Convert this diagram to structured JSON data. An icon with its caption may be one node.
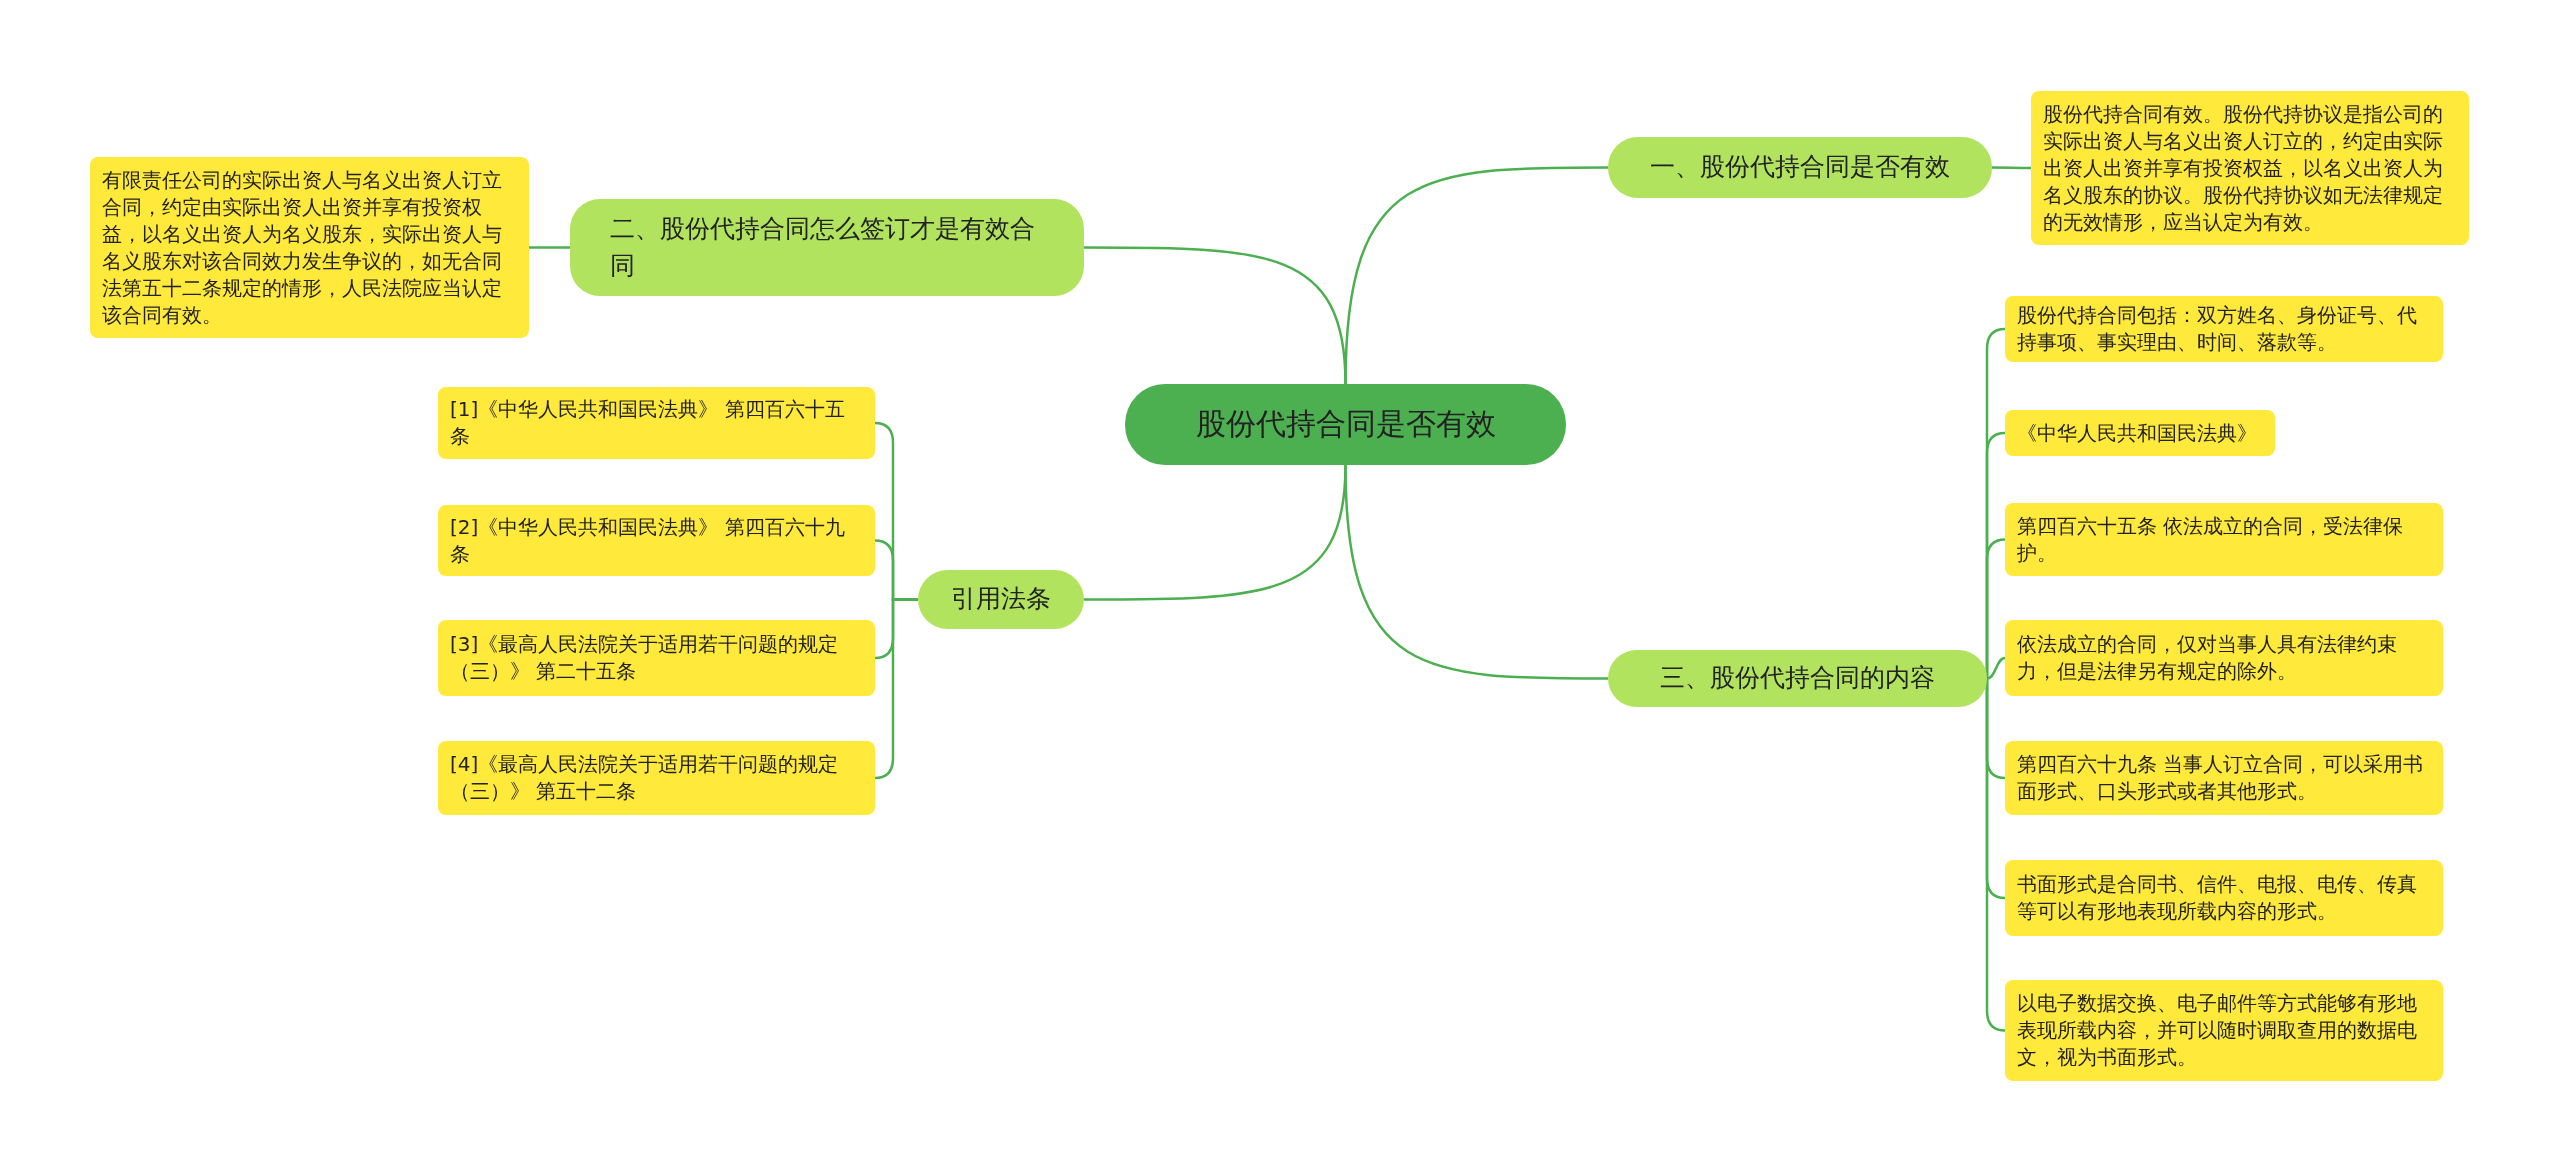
{
  "diagram": {
    "nodes": [
      {
        "text": [
          "股份代持合同是否有效"
        ]
      },
      {
        "text": [
          "一、股份代持合同是否有效"
        ]
      },
      {
        "text": [
          "股份代持合同有效。股份代持协议是指公司的实际出资人与名义出资人订立的，约定由实际出资人出资并享有投资权益，以名义出资人为名义股东的协议。股份代持协议如无法律规定的无效情形，应当认定为有效。"
        ]
      },
      {
        "text": [
          "二、股份代持合同怎么签订才是有效合同"
        ]
      },
      {
        "text": [
          "有限责任公司的实际出资人与名义出资人订立合同，约定由实际出资人出资并享有投资权益，以名义出资人为名义股东，实际出资人与名义股东对该合同效力发生争议的，如无合同法第五十二条规定的情形，人民法院应当认定该合同有效。"
        ]
      },
      {
        "text": [
          "引用法条"
        ]
      },
      {
        "text": [
          "[1]《中华人民共和国民法典》 第四百六十五条"
        ]
      },
      {
        "text": [
          "[2]《中华人民共和国民法典》 第四百六十九条"
        ]
      },
      {
        "text": [
          "[3]《最高人民法院关于适用若干问题的规定（三）》 第二十五条"
        ]
      },
      {
        "text": [
          "[4]《最高人民法院关于适用若干问题的规定（三）》 第五十二条"
        ]
      },
      {
        "text": [
          "三、股份代持合同的内容"
        ]
      },
      {
        "text": [
          "股份代持合同包括：双方姓名、身份证号、代持事项、事实理由、时间、落款等。"
        ]
      },
      {
        "text": [
          "《中华人民共和国民法典》"
        ]
      },
      {
        "text": [
          "第四百六十五条 依法成立的合同，受法律保护。"
        ]
      },
      {
        "text": [
          "依法成立的合同，仅对当事人具有法律约束力，但是法律另有规定的除外。"
        ]
      },
      {
        "text": [
          "第四百六十九条 当事人订立合同，可以采用书面形式、口头形式或者其他形式。"
        ]
      },
      {
        "text": [
          "书面形式是合同书、信件、电报、电传、传真等可以有形地表现所载内容的形式。"
        ]
      },
      {
        "text": [
          "以电子数据交换、电子邮件等方式能够有形地表现所载内容，并可以随时调取查用的数据电文，视为书面形式。"
        ]
      }
    ],
    "edges": [
      {
        "from": 0,
        "to": 1,
        "arrow": "none"
      },
      {
        "from": 1,
        "to": 2,
        "arrow": "none"
      },
      {
        "from": 0,
        "to": 3,
        "arrow": "none"
      },
      {
        "from": 3,
        "to": 4,
        "arrow": "none"
      },
      {
        "from": 0,
        "to": 5,
        "arrow": "none"
      },
      {
        "from": 5,
        "to": 6,
        "arrow": "none"
      },
      {
        "from": 5,
        "to": 7,
        "arrow": "none"
      },
      {
        "from": 5,
        "to": 8,
        "arrow": "none"
      },
      {
        "from": 5,
        "to": 9,
        "arrow": "none"
      },
      {
        "from": 0,
        "to": 10,
        "arrow": "none"
      },
      {
        "from": 10,
        "to": 11,
        "arrow": "none"
      },
      {
        "from": 10,
        "to": 12,
        "arrow": "none"
      },
      {
        "from": 10,
        "to": 13,
        "arrow": "none"
      },
      {
        "from": 10,
        "to": 14,
        "arrow": "none"
      },
      {
        "from": 10,
        "to": 15,
        "arrow": "none"
      },
      {
        "from": 10,
        "to": 16,
        "arrow": "none"
      },
      {
        "from": 10,
        "to": 17,
        "arrow": "none"
      }
    ]
  }
}
